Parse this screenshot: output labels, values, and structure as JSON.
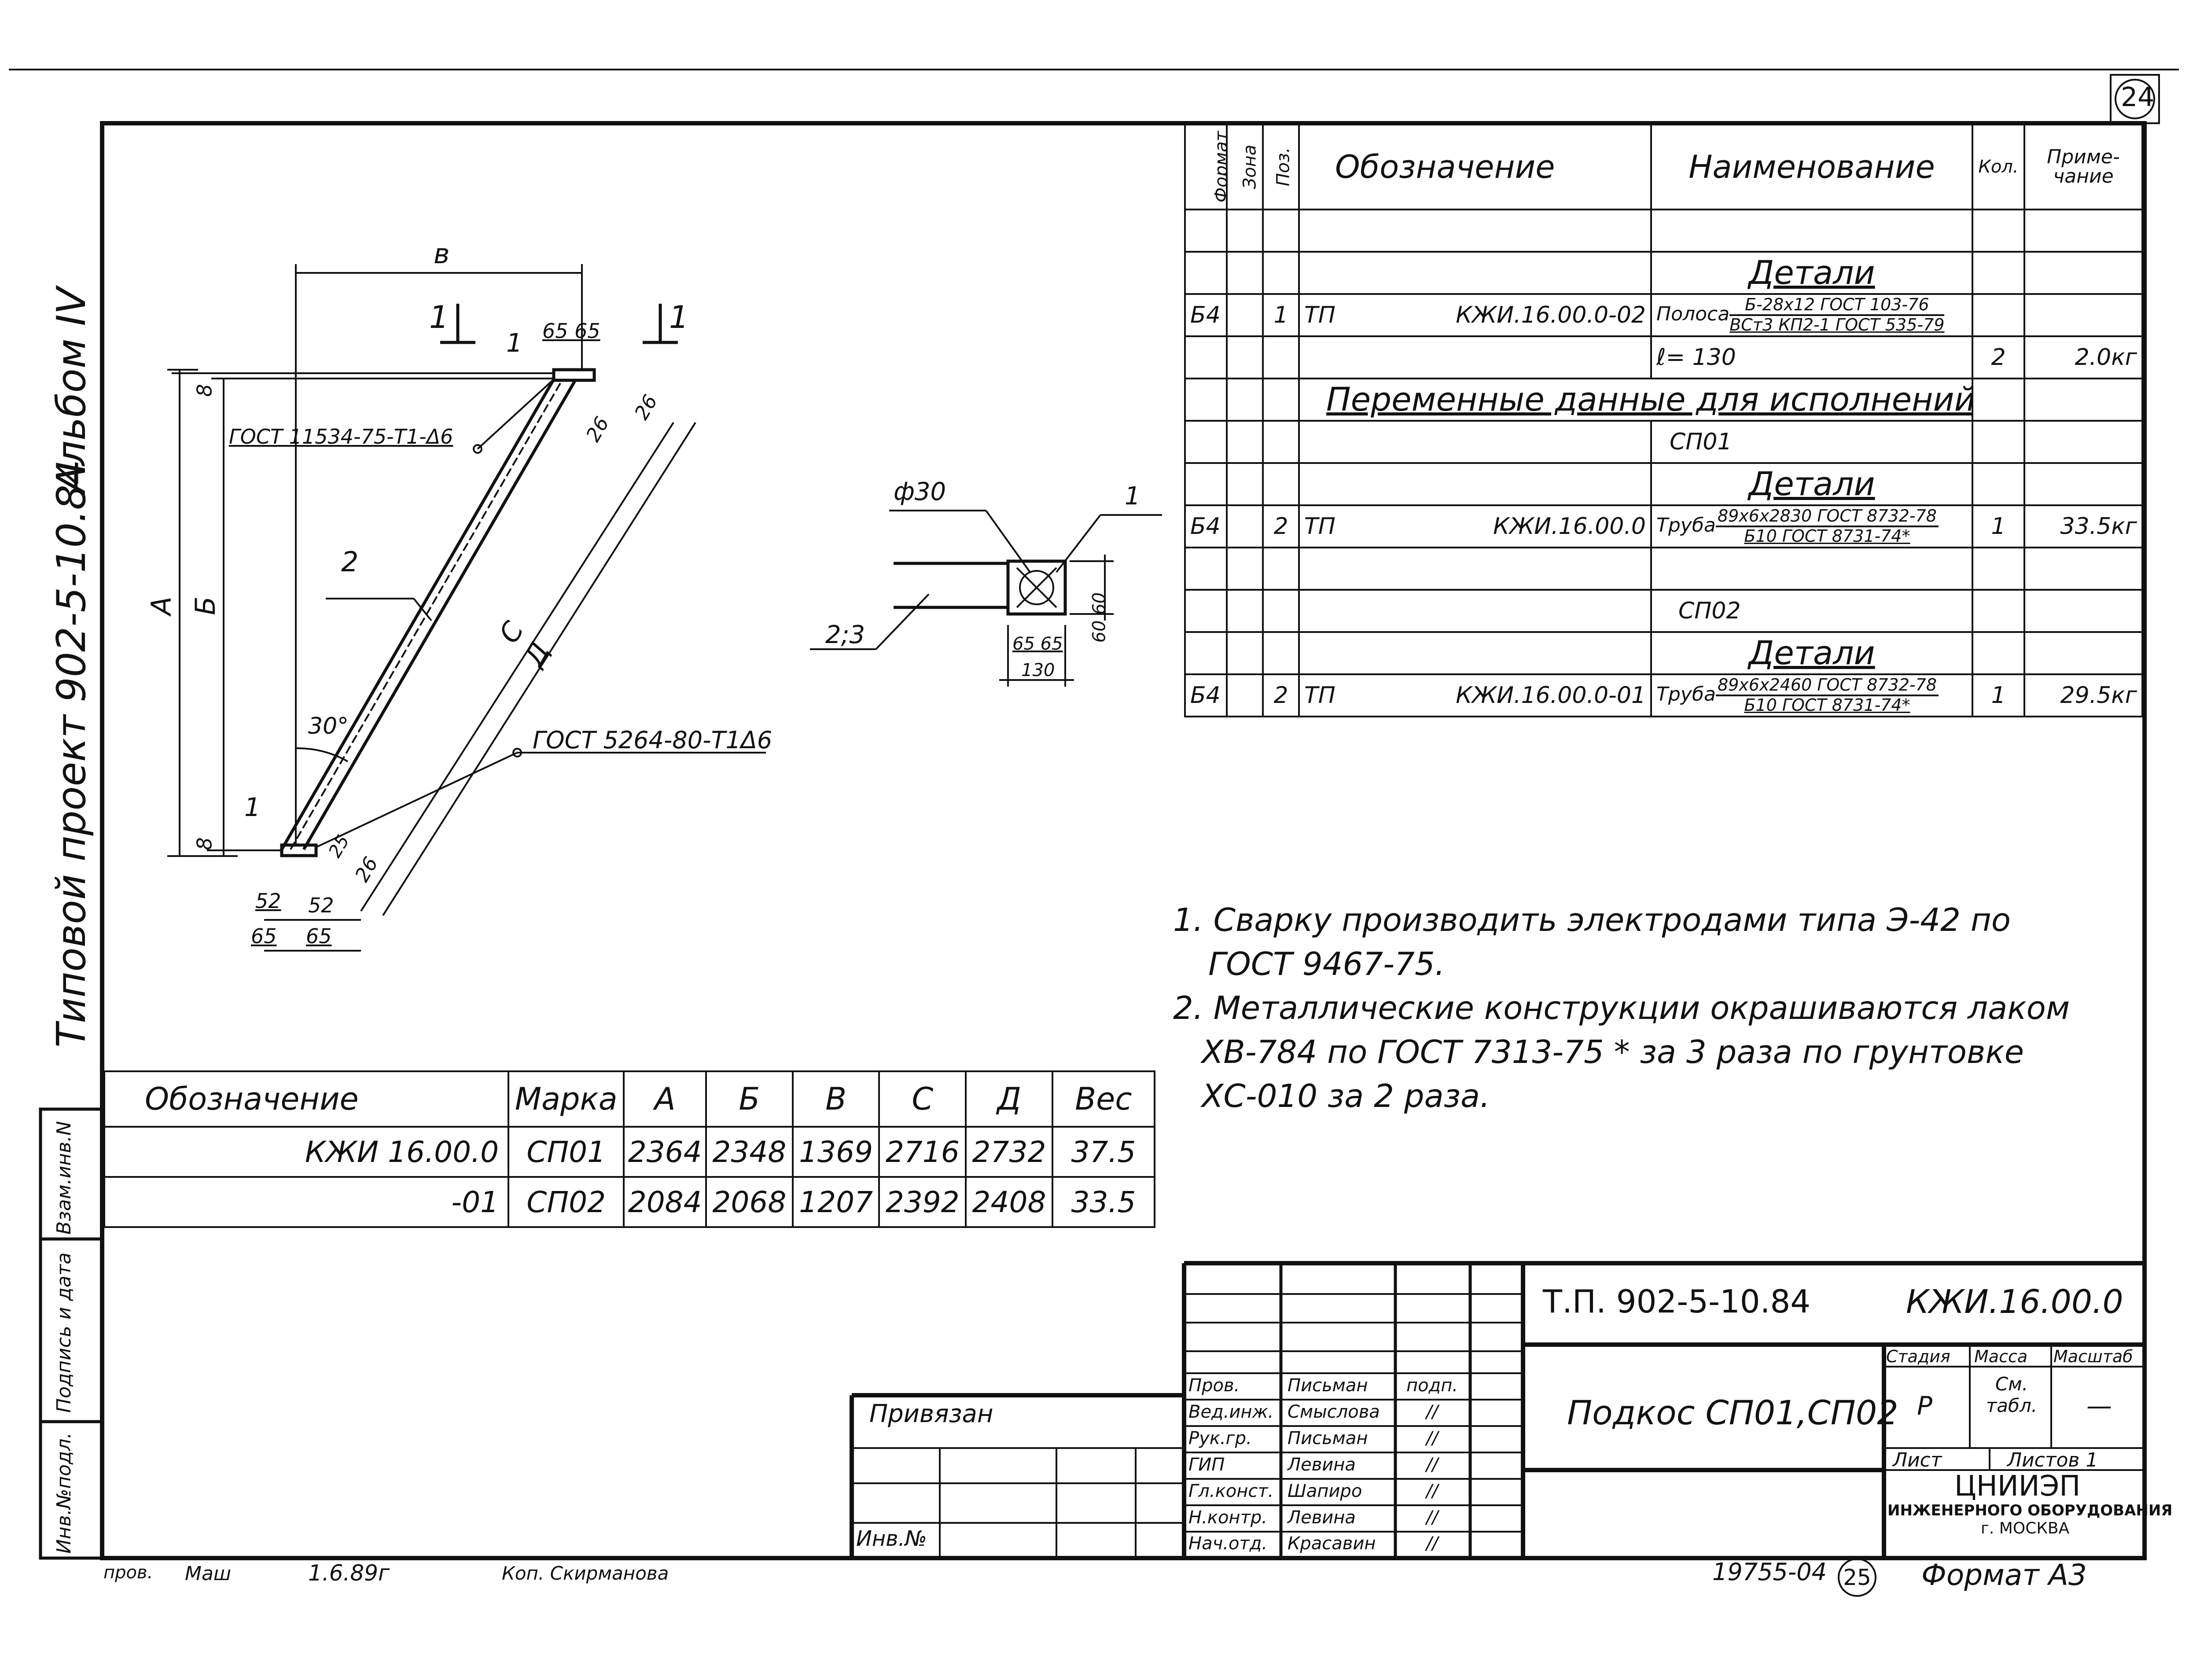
{
  "sheet_number": "24",
  "album": "Альбом IV",
  "project": "Типовой проект 902-5-10.84",
  "stamp_left": {
    "inv_podl": "Инв.№подл.",
    "podpis_data": "Подпись и дата",
    "vzam_inv": "Взам.инв.N"
  },
  "drawing": {
    "dim_b_lower": "в",
    "section_label": "1",
    "pos1_top": "1",
    "pos1_bottom": "1",
    "pos2": "2",
    "dim_65_65_top": "65 65",
    "dim_8_top": "8",
    "dim_8_bottom": "8",
    "dim_A": "А",
    "dim_B": "Б",
    "dim_C": "С",
    "dim_D": "Д",
    "dim_26_a": "26",
    "dim_26_b": "26",
    "dim_26_c": "26",
    "dim_25": "25",
    "dim_52_a": "52",
    "dim_52_b": "52",
    "dim_65_a": "65",
    "dim_65_b": "65",
    "angle": "30°",
    "weld_top": "ГОСТ 11534-75-Т1-Δ6",
    "weld_bottom": "ГОСТ 5264-80-Т1Δ6",
    "detail_phi": "ф30",
    "detail_pos1": "1",
    "detail_pos23": "2;3",
    "detail_60_60": "60 60",
    "detail_65_65": "65 65",
    "detail_130": "130"
  },
  "spec": {
    "headers": {
      "format": "Формат",
      "zone": "Зона",
      "pos": "Поз.",
      "designation": "Обозначение",
      "name": "Наименование",
      "qty": "Кол.",
      "note": "Приме-чание"
    },
    "sections": {
      "details1": "Детали",
      "variable": "Переменные данные для исполнений",
      "sp01": "СП01",
      "details2": "Детали",
      "sp02": "СП02",
      "details3": "Детали"
    },
    "rows": [
      {
        "format": "Б4",
        "pos": "1",
        "code": "ТП",
        "designation": "КЖИ.16.00.0-02",
        "name": "Полоса",
        "num": "Б-28х12 ГОСТ 103-76",
        "den": "ВСт3 КП2-1 ГОСТ 535-79",
        "qty": "",
        "note": ""
      },
      {
        "format": "",
        "pos": "",
        "code": "",
        "designation": "",
        "name": "ℓ= 130",
        "num": "",
        "den": "",
        "qty": "2",
        "note": "2.0кг"
      },
      {
        "format": "Б4",
        "pos": "2",
        "code": "ТП",
        "designation": "КЖИ.16.00.0",
        "name": "Труба",
        "num": "89х6х2830 ГОСТ 8732-78",
        "den": "Б10 ГОСТ 8731-74*",
        "qty": "1",
        "note": "33.5кг"
      },
      {
        "format": "Б4",
        "pos": "2",
        "code": "ТП",
        "designation": "КЖИ.16.00.0-01",
        "name": "Труба",
        "num": "89х6х2460 ГОСТ 8732-78",
        "den": "Б10 ГОСТ 8731-74*",
        "qty": "1",
        "note": "29.5кг"
      }
    ]
  },
  "notes": [
    "1. Сварку производить электродами типа Э-42 по",
    "ГОСТ 9467-75.",
    "2. Металлические конструкции окрашиваются лаком",
    "ХВ-784 по ГОСТ 7313-75 * за 3 раза по грунтовке",
    "ХС-010 за 2 раза."
  ],
  "marks": {
    "headers": [
      "Обозначение",
      "Марка",
      "А",
      "Б",
      "В",
      "С",
      "Д",
      "Вес"
    ],
    "rows": [
      [
        "КЖИ 16.00.0",
        "СП01",
        "2364",
        "2348",
        "1369",
        "2716",
        "2732",
        "37.5"
      ],
      [
        "-01",
        "СП02",
        "2084",
        "2068",
        "1207",
        "2392",
        "2408",
        "33.5"
      ]
    ]
  },
  "title_block": {
    "privyazan": "Привязан",
    "inv": "Инв.№",
    "project_code": "Т.П. 902-5-10.84",
    "drawing_code": "КЖИ.16.00.0",
    "title": "Подкос СП01,СП02",
    "stage_label": "Стадия",
    "mass_label": "Масса",
    "scale_label": "Масштаб",
    "stage": "Р",
    "mass": "См. табл.",
    "scale": "—",
    "sheet_label": "Лист",
    "sheets_label": "Листов 1",
    "org1": "ЦНИИЭП",
    "org2": "ИНЖЕНЕРНОГО ОБОРУДОВАНИЯ",
    "org3": "г. МОСКВА",
    "signers": [
      [
        "Пров.",
        "Письман",
        "подп."
      ],
      [
        "Вед.инж.",
        "Смыслова",
        "//"
      ],
      [
        "Рук.гр.",
        "Письман",
        "//"
      ],
      [
        "ГИП",
        "Левина",
        "//"
      ],
      [
        "Гл.конст.",
        "Шапиро",
        "//"
      ],
      [
        "Н.контр.",
        "Левина",
        "//"
      ],
      [
        "Нач.отд.",
        "Красавин",
        "//"
      ]
    ]
  },
  "footer": {
    "prov": "пров.",
    "sign": "Маш",
    "date": "1.6.89г",
    "kop": "Коп. Скирманова",
    "archive": "19755-04",
    "circle": "25",
    "format": "Формат А3"
  }
}
